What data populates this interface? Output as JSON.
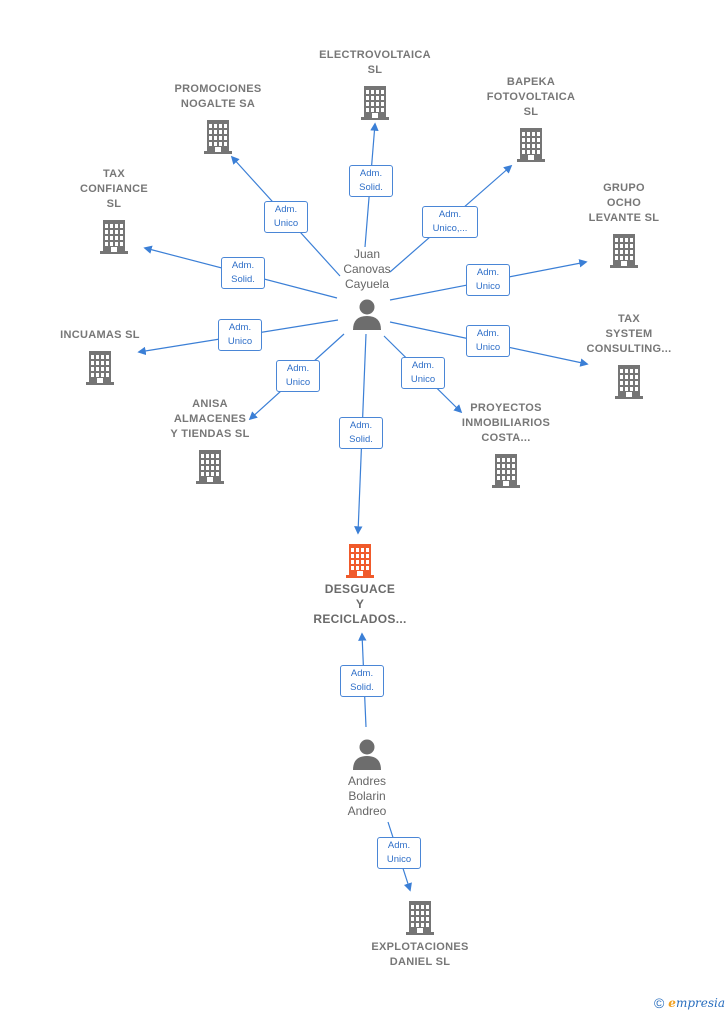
{
  "colors": {
    "edge": "#3b7fd6",
    "company_icon": "#757575",
    "main_company_icon": "#f05a2b",
    "person_icon": "#6d6d6d"
  },
  "companies": [
    {
      "id": "electrovoltaica",
      "label": "ELECTROVOLTAICA\nSL"
    },
    {
      "id": "promociones",
      "label": "PROMOCIONES\nNOGALTE SA"
    },
    {
      "id": "bapeka",
      "label": "BAPEKA\nFOTOVOLTAICA\nSL"
    },
    {
      "id": "taxconfiance",
      "label": "TAX\nCONFIANCE\nSL"
    },
    {
      "id": "grupoocho",
      "label": "GRUPO\nOCHO\nLEVANTE  SL"
    },
    {
      "id": "incuamas",
      "label": "INCUAMAS SL"
    },
    {
      "id": "taxsystem",
      "label": "TAX\nSYSTEM\nCONSULTING..."
    },
    {
      "id": "anisa",
      "label": "ANISA\nALMACENES\nY TIENDAS  SL"
    },
    {
      "id": "proyectos",
      "label": "PROYECTOS\nINMOBILIARIOS\nCOSTA..."
    },
    {
      "id": "desguace",
      "label": "DESGUACE\nY\nRECICLADOS...",
      "main": true
    },
    {
      "id": "explotaciones",
      "label": "EXPLOTACIONES\nDANIEL SL"
    }
  ],
  "persons": [
    {
      "id": "juan",
      "label": "Juan\nCanovas\nCayuela"
    },
    {
      "id": "andres",
      "label": "Andres\nBolarin\nAndreo"
    }
  ],
  "roles": [
    {
      "id": "r-electro",
      "label": "Adm.\nSolid."
    },
    {
      "id": "r-promo",
      "label": "Adm.\nUnico"
    },
    {
      "id": "r-bapeka",
      "label": "Adm.\nUnico,..."
    },
    {
      "id": "r-taxconf",
      "label": "Adm.\nSolid."
    },
    {
      "id": "r-grupo",
      "label": "Adm.\nUnico"
    },
    {
      "id": "r-incuamas",
      "label": "Adm.\nUnico"
    },
    {
      "id": "r-taxsys",
      "label": "Adm.\nUnico"
    },
    {
      "id": "r-anisa",
      "label": "Adm.\nUnico"
    },
    {
      "id": "r-proyectos",
      "label": "Adm.\nUnico"
    },
    {
      "id": "r-desguace",
      "label": "Adm.\nSolid."
    },
    {
      "id": "r-andres-desguace",
      "label": "Adm.\nSolid."
    },
    {
      "id": "r-explot",
      "label": "Adm.\nUnico"
    }
  ],
  "footer": {
    "copyright": "©",
    "brand_initial": "e",
    "brand_rest": "mpresia"
  }
}
